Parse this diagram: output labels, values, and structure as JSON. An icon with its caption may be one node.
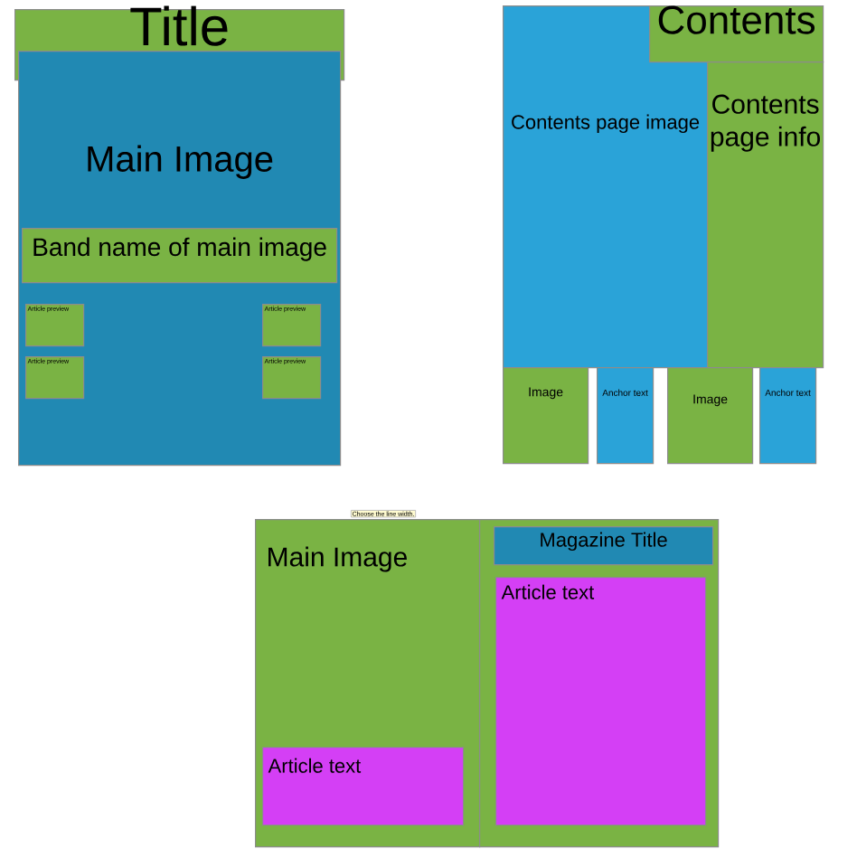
{
  "diagram": {
    "nodes": [
      {
        "text": [
          "Title"
        ]
      },
      {
        "text": [
          "Main Image"
        ]
      },
      {
        "text": [
          "Band name of main image"
        ],
        "in": 1
      },
      {
        "text": [
          "Article preview"
        ],
        "in": 1
      },
      {
        "text": [
          "Article preview"
        ],
        "in": 1
      },
      {
        "text": [
          "Article preview"
        ],
        "in": 1
      },
      {
        "text": [
          "Article preview"
        ],
        "in": 1
      },
      {
        "text": [
          "Contents page image"
        ]
      },
      {
        "text": [
          "Contents"
        ]
      },
      {
        "text": [
          "Contents page info"
        ]
      },
      {
        "text": [
          "Image"
        ]
      },
      {
        "text": [
          "Anchor text"
        ]
      },
      {
        "text": [
          "Image"
        ]
      },
      {
        "text": [
          "Anchor text"
        ]
      },
      {
        "text": [
          "Main Image"
        ]
      },
      {
        "text": [
          "Article text"
        ],
        "in": 14
      },
      {
        "text": [],
        "shape": "box"
      },
      {
        "text": [
          "Magazine Title"
        ],
        "in": 16
      },
      {
        "text": [
          "Article text"
        ],
        "in": 16
      }
    ],
    "labels": [
      "Choose the line width."
    ]
  }
}
